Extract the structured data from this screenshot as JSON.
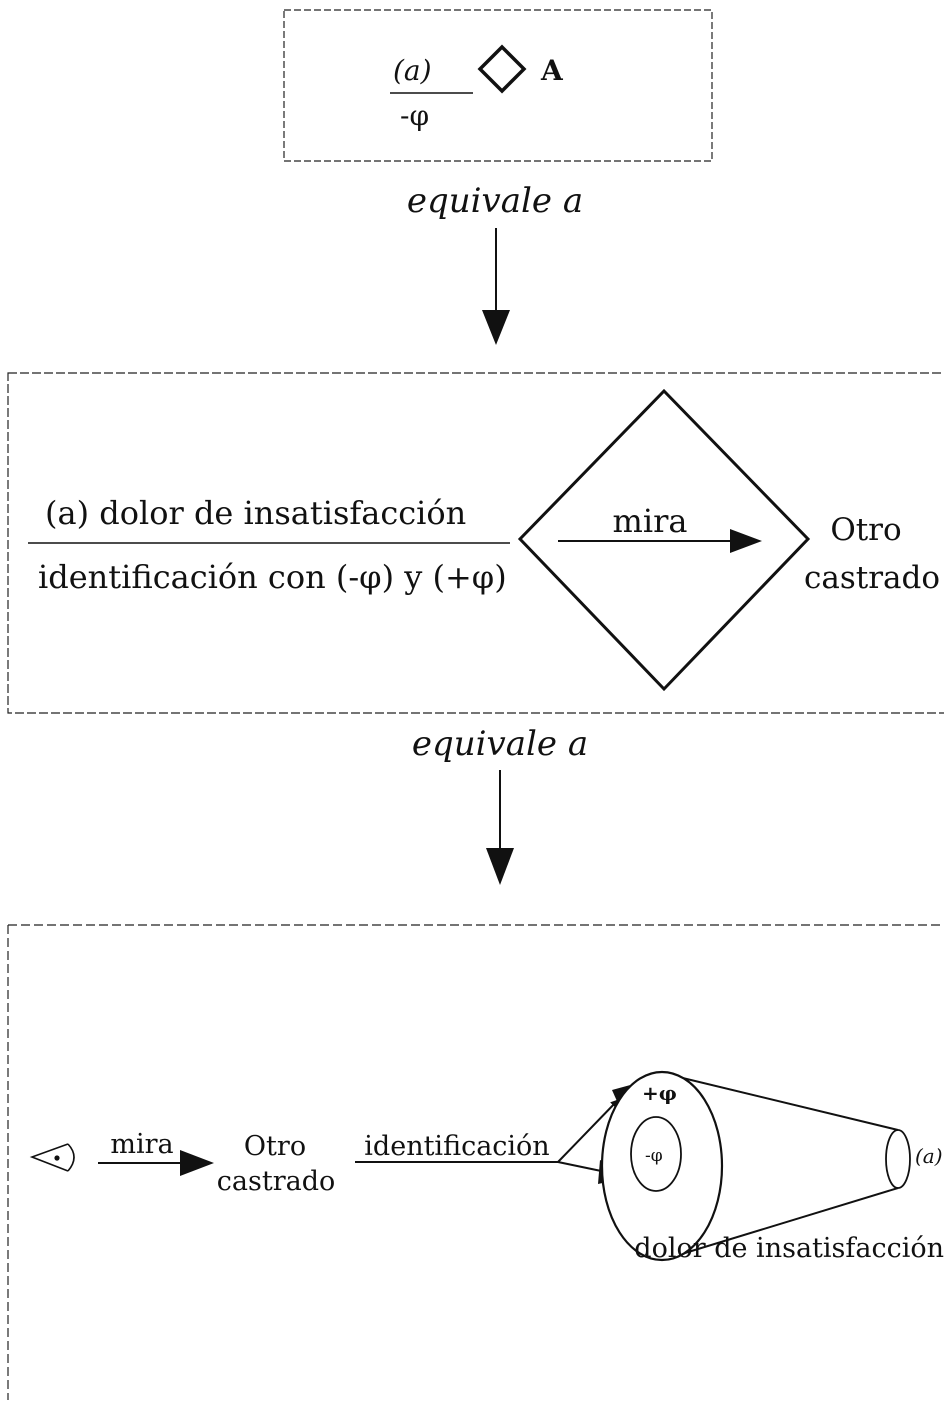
{
  "box1": {
    "numerator": "(a)",
    "denominator": "-φ",
    "right_label": "A"
  },
  "connector1": {
    "label": "equivale a"
  },
  "box2": {
    "numerator": "(a) dolor de insatisfacción",
    "denominator": "identificación con (-φ) y (+φ)",
    "arrow_label": "mira",
    "target_line1": "Otro",
    "target_line2": "castrado"
  },
  "connector2": {
    "label": "equivale a"
  },
  "box3": {
    "eye_icon": "eye-icon",
    "arrow1_label": "mira",
    "other_line1": "Otro",
    "other_line2": "castrado",
    "arrow2_label": "identificación",
    "plus_phi": "+φ",
    "minus_phi": "-φ",
    "small_a": "(a)",
    "cone_caption": "dolor de insatisfacción"
  }
}
